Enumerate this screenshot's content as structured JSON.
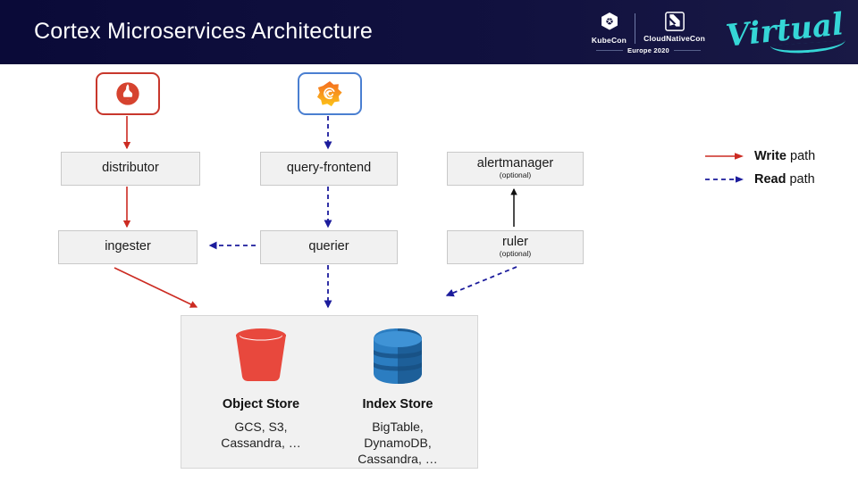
{
  "header": {
    "title": "Cortex Microservices Architecture",
    "background_color": "#0b0b3b",
    "brand": {
      "kubecon_label": "KubeCon",
      "cloudnativecon_label": "CloudNativeCon",
      "edition_label": "Europe 2020",
      "virtual_label": "Virtual",
      "virtual_color": "#35d6d6"
    }
  },
  "sources": [
    {
      "name": "prometheus",
      "icon": "prometheus-icon",
      "border_color": "#c8372c"
    },
    {
      "name": "grafana",
      "icon": "grafana-icon",
      "border_color": "#4a7fd1"
    }
  ],
  "services": [
    {
      "id": "distributor",
      "label": "distributor",
      "note": ""
    },
    {
      "id": "query-frontend",
      "label": "query-frontend",
      "note": ""
    },
    {
      "id": "alertmanager",
      "label": "alertmanager",
      "note": "(optional)"
    },
    {
      "id": "ingester",
      "label": "ingester",
      "note": ""
    },
    {
      "id": "querier",
      "label": "querier",
      "note": ""
    },
    {
      "id": "ruler",
      "label": "ruler",
      "note": "(optional)"
    }
  ],
  "storage": {
    "object_store": {
      "title": "Object Store",
      "backends": "GCS, S3,\nCassandra, …",
      "icon": "bucket-icon",
      "color": "#e8483d"
    },
    "index_store": {
      "title": "Index Store",
      "backends": "BigTable,\nDynamoDB,\nCassandra, …",
      "icon": "database-icon",
      "color": "#2b7dc1"
    }
  },
  "legend": {
    "items": [
      {
        "bold": "Write",
        "rest": " path",
        "style": "solid",
        "color": "#cc2b22"
      },
      {
        "bold": "Read",
        "rest": " path",
        "style": "dashed",
        "color": "#1c1c9c"
      }
    ]
  },
  "edges": [
    {
      "from": "prometheus",
      "to": "distributor",
      "type": "write"
    },
    {
      "from": "distributor",
      "to": "ingester",
      "type": "write"
    },
    {
      "from": "ingester",
      "to": "storage",
      "type": "write"
    },
    {
      "from": "grafana",
      "to": "query-frontend",
      "type": "read"
    },
    {
      "from": "query-frontend",
      "to": "querier",
      "type": "read"
    },
    {
      "from": "querier",
      "to": "ingester",
      "type": "read"
    },
    {
      "from": "querier",
      "to": "storage",
      "type": "read"
    },
    {
      "from": "ruler",
      "to": "storage",
      "type": "read"
    },
    {
      "from": "ruler",
      "to": "alertmanager",
      "type": "notify"
    }
  ]
}
